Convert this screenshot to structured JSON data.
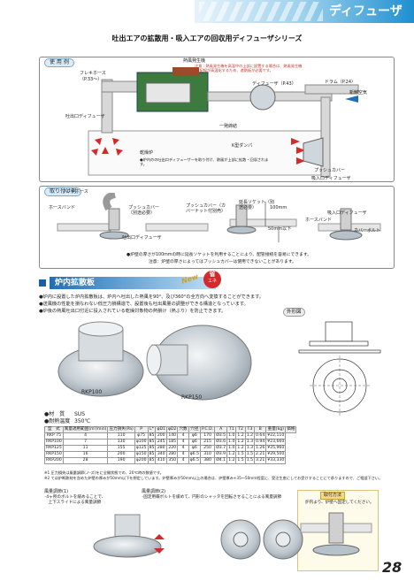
{
  "header": {
    "title": "ディフューザ"
  },
  "main_title": "吐出エアの拡散用・吸入エアの回収用ディフューザシリーズ",
  "usage": {
    "tag": "使 用 例",
    "labels": {
      "flexhose": "フレキホース",
      "flexhose_ref": "（P.33〜）",
      "heat_gen": "熱風発生機",
      "note": "注意 : 熱風発生機を高温中の上部に設置する場合は、熱風発生機が 配線が高温化するため、遮熱板が必要です。",
      "diffuser_ref": "ディフューザ（P.43）",
      "damper_ref": "ドラム（P.24）",
      "fresh_air": "新鮮空気",
      "outlet_diffuser": "吐出口ディフューザ",
      "one_touch": "一発締結",
      "k_damper": "K型ダンパ",
      "furnace": "乾燥炉",
      "furnace_note": "●炉内のの吐出口ディフューザーを取り付け、熱風が上部に拡散・回収されます。",
      "push_cover": "プッシュカバー",
      "inlet_diffuser": "吸入口ディフューザ"
    }
  },
  "mounting": {
    "tag": "取り付け例",
    "labels": {
      "flexhose": "フレキホース",
      "hose_band": "ホースバンド",
      "push_cover": "プッシュカバー（別途必要）",
      "outlet": "吐出口ディフューザ",
      "push_cover2": "プッシュカバー（カバーナット付別売）",
      "extension_socket": "延長ソケット（別途必要）",
      "dim_100": "100mm",
      "dim_50": "50mm以下",
      "hose_band2": "ホースバンド",
      "inlet": "吸入口ディフューザ",
      "cover_bolt": "カバーボルト"
    },
    "notes": [
      "●炉壁の厚さが100mmの時に延長ソケットを利用することにより、配管接続を容易にできます。",
      "注意：炉壁の厚さによってはプッシュカバーは使用できないことがあります。"
    ]
  },
  "section": {
    "title": "炉内拡散板",
    "new_badge": "New",
    "eco_badge_top": "省",
    "eco_badge_bottom": "エネ"
  },
  "bullets": [
    "●炉内に設置した炉内拡散板は、炉内へ吐出した熱風を90°、及び360°の全方向へ変換することができます。",
    "●送風機の性能を損なわない低圧力損構造で、設置後も吐出風量の調整ができる構造となっています。",
    "●炉後の熱風吐出口付近に投入されている乾燥対象物の熱損け（熱ぶり）を防止できます。"
  ],
  "outline_label": "外形図",
  "photos": {
    "rkp100": "RKP100",
    "rkp150": "RKP150"
  },
  "material": {
    "label": "●材　質",
    "value": "SUS"
  },
  "heat": {
    "label": "●耐熱温度",
    "value": "350℃"
  },
  "table": {
    "headers": [
      "型　式",
      "風量適用範囲(m³/min)",
      "圧力損失(Pa)",
      "P",
      "L*",
      "φD1",
      "φD2",
      "穴数",
      "穴径",
      "P.C.D.",
      "A",
      "T1",
      "T2",
      "T3",
      "B",
      "重量(kg)",
      "価格"
    ],
    "rows": [
      [
        "RKP 75",
        "4",
        "110",
        "φ75",
        "85",
        "200",
        "140",
        "4",
        "φ6",
        "170",
        "Ø3.5",
        "1.0",
        "1.2",
        "1.2",
        "0.64",
        "¥22,110"
      ],
      [
        "RKP100",
        "7",
        "130",
        "φ100",
        "85",
        "245",
        "185",
        "4",
        "φ6",
        "215",
        "Ø3.6",
        "1.0",
        "1.2",
        "1.3",
        "0.94",
        "¥23,660"
      ],
      [
        "RKP125",
        "11",
        "155",
        "φ125",
        "85",
        "280",
        "220",
        "4",
        "φ6",
        "250",
        "Ø3.7",
        "1.0",
        "1.2",
        "1.3",
        "1.26",
        "¥25,960"
      ],
      [
        "RKP150",
        "16",
        "200",
        "φ150",
        "85",
        "340",
        "280",
        "4",
        "φ6.5",
        "310",
        "Ø3.9",
        "1.2",
        "1.5",
        "1.5",
        "2.21",
        "¥29,500"
      ],
      [
        "RKP200",
        "28",
        "190",
        "φ200",
        "85",
        "410",
        "350",
        "4",
        "φ6.5",
        "380",
        "Ø4.1",
        "1.2",
        "1.5",
        "1.5",
        "3.21",
        "¥33,330"
      ]
    ],
    "notes": [
      "※1 圧力損失は風量調節(ノ-ズ)をに全開状態での、20℃時の数値です。",
      "※2 ては炉断熱材を含めた炉壁の厚みが50mm以下を想定しています。炉壁厚みが50mm以上の場合は、炉壁厚み+35〜50mm程度に、受注生産にしてお受けすることにて承りますので、ご相談下さい。"
    ]
  },
  "adjust1": {
    "title": "風量調節(1)",
    "lines": [
      "･4ヶ所のボルトを緩めることで、",
      "　上下スライドによる風量調節"
    ]
  },
  "adjust2": {
    "title": "風量調節(2)",
    "lines": [
      "･固定用蝶ボルトを緩めて、円形のシャッタを回転させることによる風量調節"
    ]
  },
  "mount_method": {
    "title": "取付方法",
    "lines": [
      "炉内より、炉壁へ固定してください。"
    ]
  },
  "page_number": "28",
  "colors": {
    "accent": "#1e8fd0",
    "red": "#d42a2a"
  }
}
